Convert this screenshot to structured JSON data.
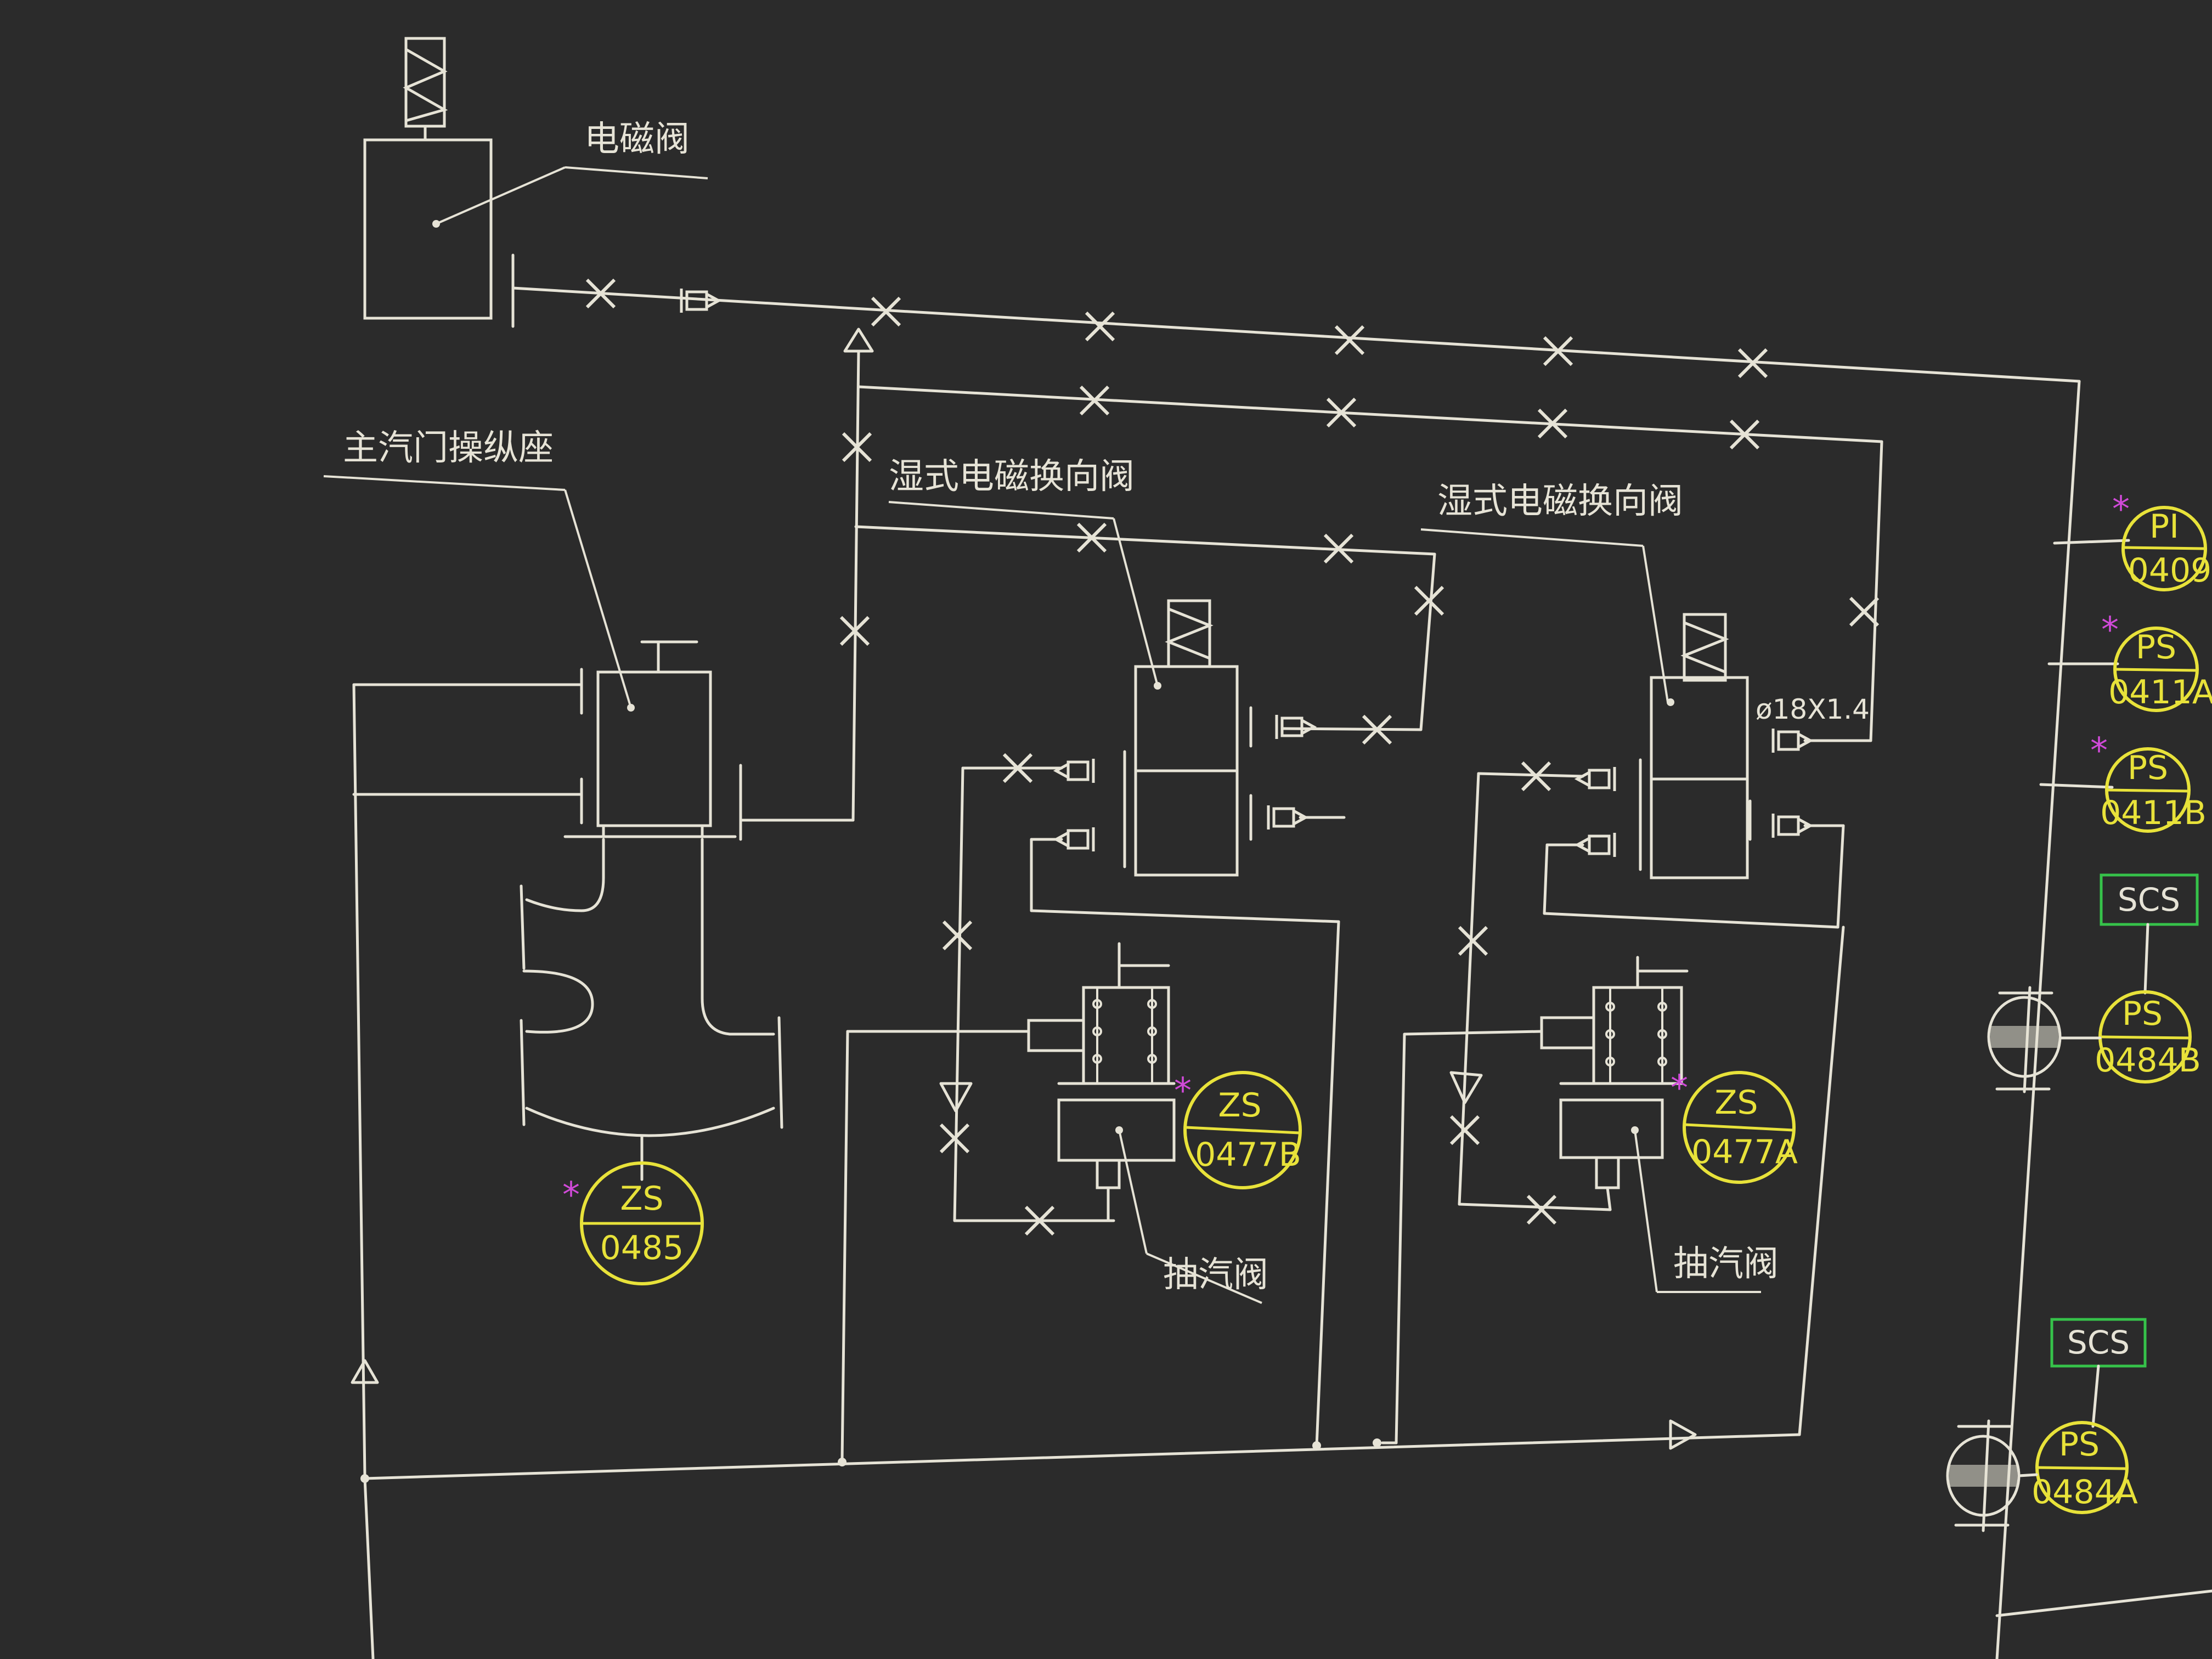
{
  "labels": {
    "solenoid_valve": "电磁阀",
    "main_valve_actuator": "主汽门操纵座",
    "wet_reversing_valve_1": "湿式电磁换向阀",
    "wet_reversing_valve_2": "湿式电磁换向阀",
    "extraction_valve_1": "抽汽阀",
    "extraction_valve_2": "抽汽阀",
    "pipe_size": "ø18X1.4"
  },
  "instruments": {
    "zs_0485": {
      "top": "ZS",
      "bottom": "0485"
    },
    "zs_0477b": {
      "top": "ZS",
      "bottom": "0477B"
    },
    "zs_0477a": {
      "top": "ZS",
      "bottom": "0477A"
    },
    "pi_0409": {
      "top": "PI",
      "bottom": "0409"
    },
    "ps_0411a": {
      "top": "PS",
      "bottom": "0411A"
    },
    "ps_0411b": {
      "top": "PS",
      "bottom": "0411B"
    },
    "ps_0484b": {
      "top": "PS",
      "bottom": "0484B"
    },
    "ps_0484a": {
      "top": "PS",
      "bottom": "0484A"
    }
  },
  "scs": {
    "upper": "SCS",
    "lower": "SCS"
  },
  "star": "*",
  "colors": {
    "background": "#2b2b2b",
    "line": "#e6e3d6",
    "instrument": "#e8e23a",
    "star": "#d04ad8",
    "scs_box": "#36c24a"
  }
}
